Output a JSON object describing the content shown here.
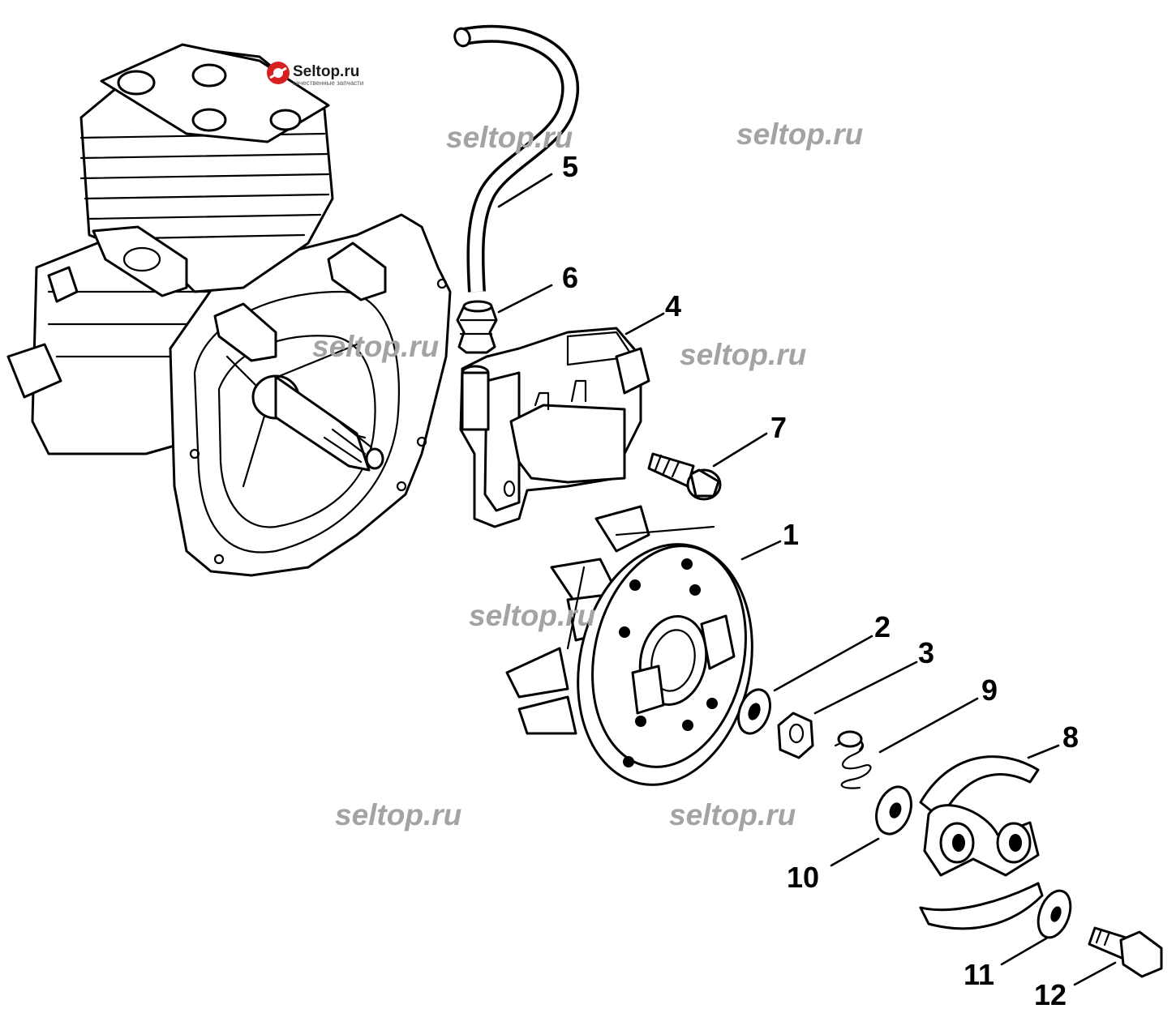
{
  "logo": {
    "brand": "Seltop.ru",
    "tagline": "качественные запчасти",
    "accent_color": "#d92020"
  },
  "watermarks": [
    "seltop.ru",
    "seltop.ru",
    "seltop.ru",
    "seltop.ru",
    "seltop.ru",
    "seltop.ru",
    "seltop.ru"
  ],
  "callouts": {
    "c1": "1",
    "c2": "2",
    "c3": "3",
    "c4": "4",
    "c5": "5",
    "c6": "6",
    "c7": "7",
    "c8": "8",
    "c9": "9",
    "c10": "10",
    "c11": "11",
    "c12": "12"
  }
}
